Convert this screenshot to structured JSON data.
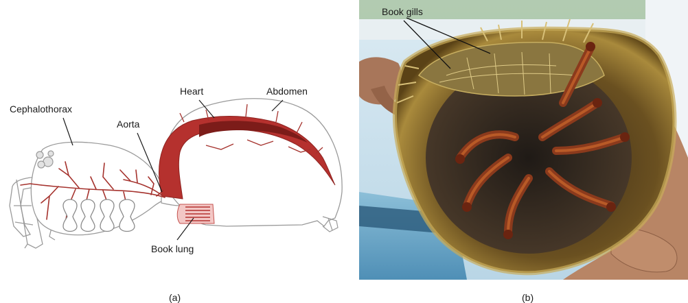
{
  "panel_a": {
    "caption": "(a)",
    "labels": {
      "cephalothorax": "Cephalothorax",
      "aorta": "Aorta",
      "heart": "Heart",
      "abdomen": "Abdomen",
      "book_lung": "Book lung"
    }
  },
  "panel_b": {
    "caption": "(b)",
    "labels": {
      "book_gills": "Book gills"
    }
  },
  "colors": {
    "heart_red": "#b5312e",
    "vessel_red": "#a5322d",
    "outline_gray": "#8a8a8a",
    "sky": "#cfe3ef",
    "water": "#6aa6c9",
    "shell": "#8c6a2a",
    "skin": "#b88565"
  }
}
